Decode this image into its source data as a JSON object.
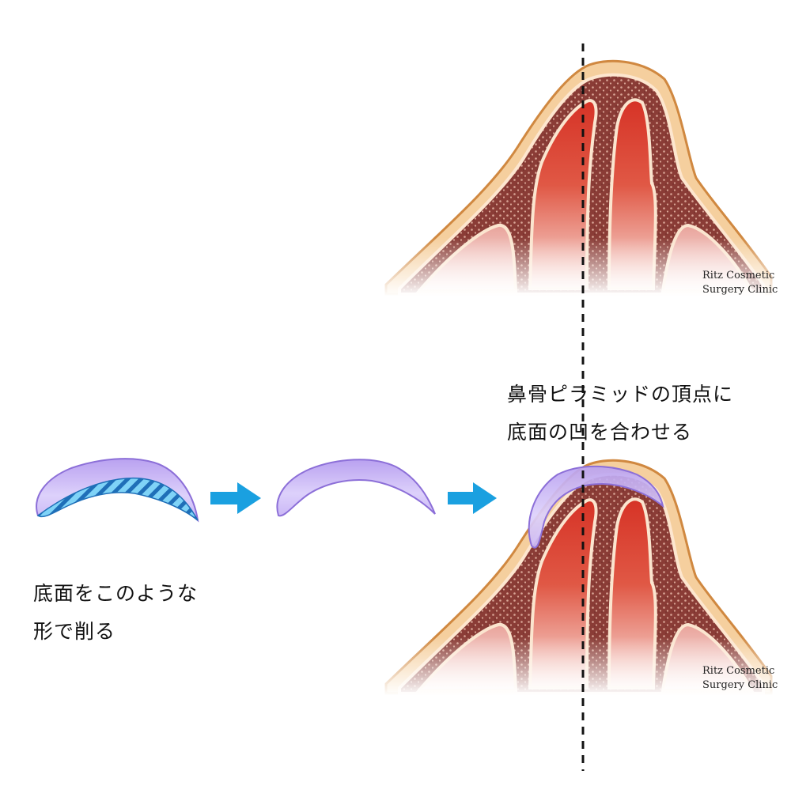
{
  "captions": {
    "left_line1": "底面をこのような",
    "left_line2": "形で削る",
    "right_line1": "鼻骨ピラミッドの頂点に",
    "right_line2": "底面の凹を合わせる"
  },
  "watermark": {
    "line1": "Ritz Cosmetic",
    "line2": "Surgery Clinic"
  },
  "colors": {
    "arrow": "#1aa0e0",
    "implant_fill": "#c9b6f4",
    "implant_stroke": "#8c6fd8",
    "hatch": "#3aa3e8",
    "skin": "#f5cf9e",
    "skin_line": "#d08840",
    "bone": "#8a3c36",
    "cavity_red": "#d83a28",
    "dashed_line": "#111111"
  },
  "icons": [
    "arrow-right-icon",
    "arrow-right-icon"
  ]
}
